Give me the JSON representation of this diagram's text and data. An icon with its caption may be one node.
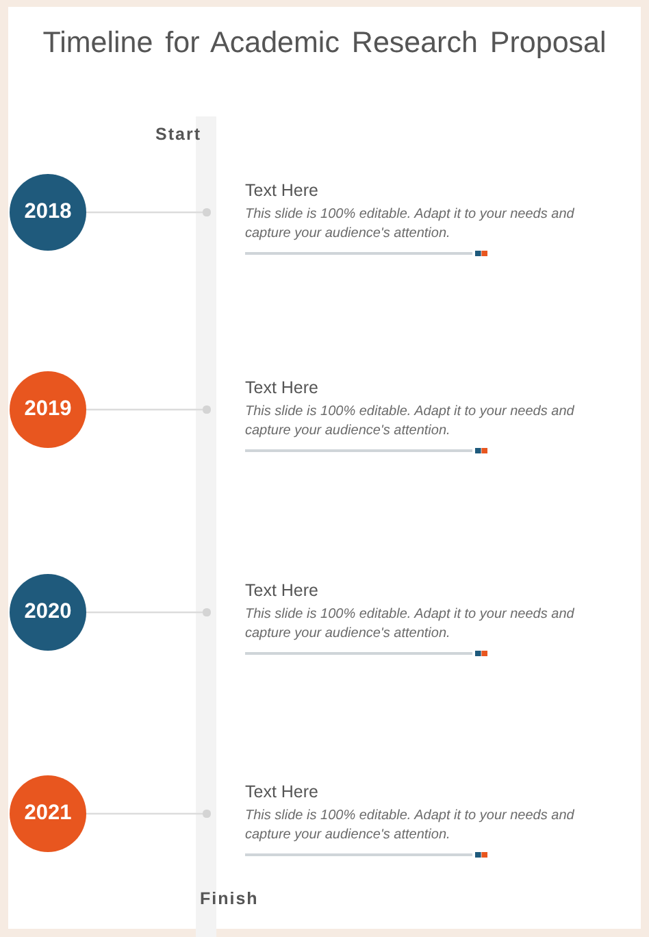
{
  "diagram": {
    "title": "Timeline for Academic Research Proposal",
    "nodes": [
      {
        "text": [
          "2018"
        ]
      },
      {
        "text": [],
        "shape": "circle",
        "beside": [
          "Text Here",
          "This slide is 100% editable. Adapt it to your needs and capture your audience's attention."
        ]
      },
      {
        "text": [
          "2019"
        ]
      },
      {
        "text": [],
        "shape": "circle",
        "beside": [
          "Text Here",
          "This slide is 100% editable. Adapt it to your needs and capture your audience's attention."
        ]
      },
      {
        "text": [
          "2020"
        ]
      },
      {
        "text": [],
        "shape": "circle",
        "beside": [
          "Text Here",
          "This slide is 100% editable. Adapt it to your needs and capture your audience's attention."
        ]
      },
      {
        "text": [
          "2021"
        ]
      },
      {
        "text": [],
        "shape": "circle",
        "beside": [
          "Text Here",
          "This slide is 100% editable. Adapt it to your needs and capture your audience's attention."
        ]
      }
    ],
    "edges": [
      {
        "from": 0,
        "to": 1,
        "arrow": "none"
      },
      {
        "from": 2,
        "to": 3,
        "arrow": "none"
      },
      {
        "from": 4,
        "to": 5,
        "arrow": "none"
      },
      {
        "from": 6,
        "to": 7,
        "arrow": "none"
      }
    ],
    "labels": [
      "Start",
      "Finish"
    ]
  }
}
